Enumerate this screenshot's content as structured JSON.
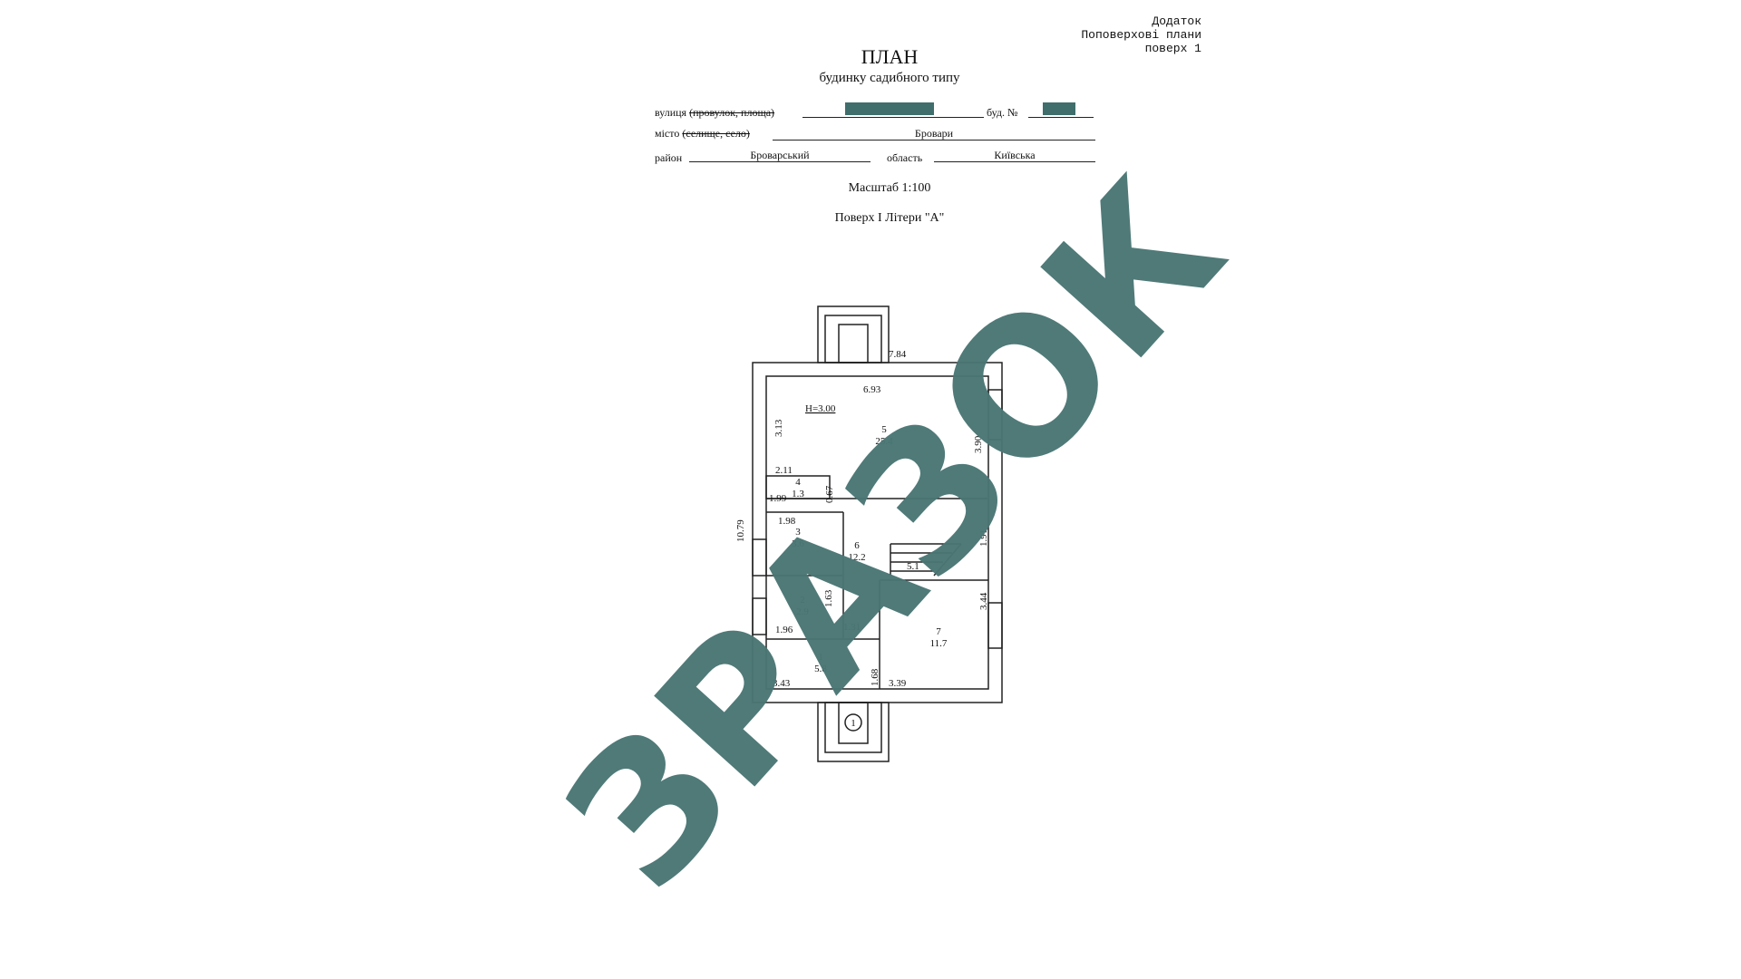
{
  "appendix": {
    "line1": "Додаток",
    "line2": "Поповерхові плани",
    "line3": "поверх 1"
  },
  "title": "ПЛАН",
  "subtitle": "будинку садибного типу",
  "address": {
    "street_label": "вулиця",
    "street_struck": "(провулок, площа)",
    "building_label": "буд. №",
    "city_label": "місто",
    "city_struck": "(селище, село)",
    "city_value": "Бровари",
    "district_label": "район",
    "district_value": "Броварський",
    "region_label": "область",
    "region_value": "Київська"
  },
  "scale": "Масштаб 1:100",
  "floor_label": "Поверх І Літери \"А\"",
  "plan": {
    "height_label": "Н=3.00",
    "stamp": "1",
    "dims": {
      "porch_top": "7.84",
      "room5_width": "6.93",
      "room5_left": "3.13",
      "room5_right": "3.90",
      "closet_top": "2.11",
      "closet_bottom": "1.99",
      "closet_right": "0.67",
      "total_height": "10.79",
      "room3_top": "1.98",
      "room6_right": "1.91",
      "room2_right": "1.63",
      "room7_right": "3.44",
      "room2_bottom": "1.96",
      "hall_mid": "1.31",
      "room1_right": "1.68",
      "room1_bottom": "3.43",
      "room7_bottom": "3.39"
    },
    "rooms": [
      {
        "num": "5",
        "area": "25.4"
      },
      {
        "num": "4",
        "area": "1.3"
      },
      {
        "num": "3",
        "area": "3.6"
      },
      {
        "num": "6",
        "area": "12.2"
      },
      {
        "num": "2",
        "area": "2.9"
      },
      {
        "num": "7",
        "area": "11.7"
      },
      {
        "num": "1",
        "area": "5.8"
      }
    ],
    "stair_label": "5.1"
  },
  "watermark": "ЗРАЗОК",
  "colors": {
    "watermark": "#4a7674",
    "redaction": "#3f6e6c"
  }
}
